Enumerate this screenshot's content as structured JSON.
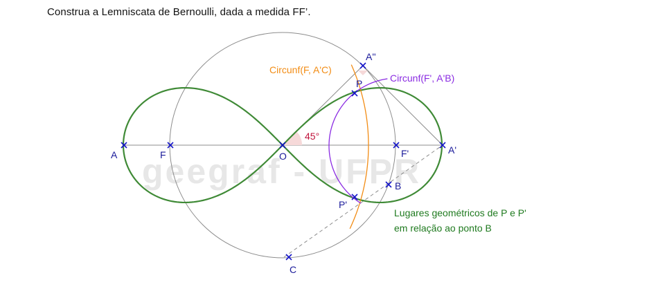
{
  "title": "Construa a Lemniscata de Bernoulli, dada a medida FF’.",
  "watermark": "geegraf - UFPR",
  "points": {
    "A": "A",
    "F": "F",
    "O": "O",
    "F_prime": "F'",
    "A_prime": "A'",
    "A_double": "A''",
    "P": "P",
    "P_prime": "P'",
    "B": "B",
    "C": "C"
  },
  "circle_labels": {
    "orange": "Circunf(F, A'C)",
    "purple": "Circunf(F', A'B)"
  },
  "angle_label": "45°",
  "note": {
    "line1": "Lugares geométricos de P e P'",
    "line2": "em relação ao ponto B"
  },
  "colors": {
    "lemniscate": "#3f8a36",
    "circle": "#8c8c8c",
    "orange": "#f28c14",
    "purple": "#8a2be2",
    "points": "#1414c8",
    "angle": "#c0143c"
  }
}
